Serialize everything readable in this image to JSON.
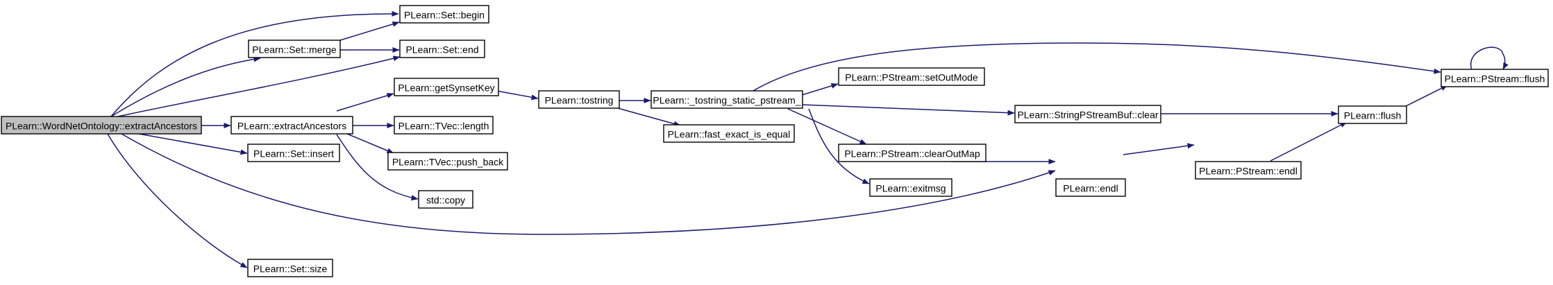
{
  "colors": {
    "edge": "#191970",
    "node_fill": "#ffffff",
    "root_fill": "#bfbfbf",
    "node_border": "#000000"
  },
  "nodes": {
    "root": "PLearn::WordNetOntology::extractAncestors",
    "set_merge": "PLearn::Set::merge",
    "set_begin": "PLearn::Set::begin",
    "set_end": "PLearn::Set::end",
    "extract_ancestors": "PLearn::extractAncestors",
    "set_insert": "PLearn::Set::insert",
    "set_size": "PLearn::Set::size",
    "get_synset_key": "PLearn::getSynsetKey",
    "tvec_length": "PLearn::TVec::length",
    "tvec_push_back": "PLearn::TVec::push_back",
    "std_copy": "std::copy",
    "tostring": "PLearn::tostring",
    "tostring_static_pstream": "PLearn::_tostring_static_pstream_",
    "fast_exact_is_equal": "PLearn::fast_exact_is_equal",
    "pstream_set_out_mode": "PLearn::PStream::setOutMode",
    "pstream_clear_out_map": "PLearn::PStream::clearOutMap",
    "exitmsg": "PLearn::exitmsg",
    "string_pstreambuf_clear": "PLearn::StringPStreamBuf::clear",
    "endl": "PLearn::endl",
    "pstream_endl": "PLearn::PStream::endl",
    "flush": "PLearn::flush",
    "pstream_flush": "PLearn::PStream::flush"
  }
}
